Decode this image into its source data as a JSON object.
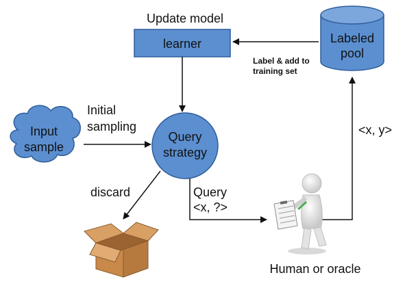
{
  "colors": {
    "node_fill": "#5b8fd0",
    "node_stroke": "#2f5d9a",
    "arrow": "#111111",
    "box_fill": "#c8894a",
    "box_dark": "#9a6331"
  },
  "nodes": {
    "update_model_title": "Update model",
    "learner": "learner",
    "pool_line1": "Labeled",
    "pool_line2": "pool",
    "input_line1": "Input",
    "input_line2": "sample",
    "query_line1": "Query",
    "query_line2": "strategy"
  },
  "labels": {
    "label_add_line1": "Label & add to",
    "label_add_line2": "training set",
    "initial_line1": "Initial",
    "initial_line2": "sampling",
    "discard": "discard",
    "query_line1": "Query",
    "query_line2": "<x, ?>",
    "xy": "<x, y>",
    "human": "Human or oracle"
  },
  "icons": {
    "discard_target": "cardboard-box-icon",
    "oracle": "human-with-clipboard-icon"
  }
}
